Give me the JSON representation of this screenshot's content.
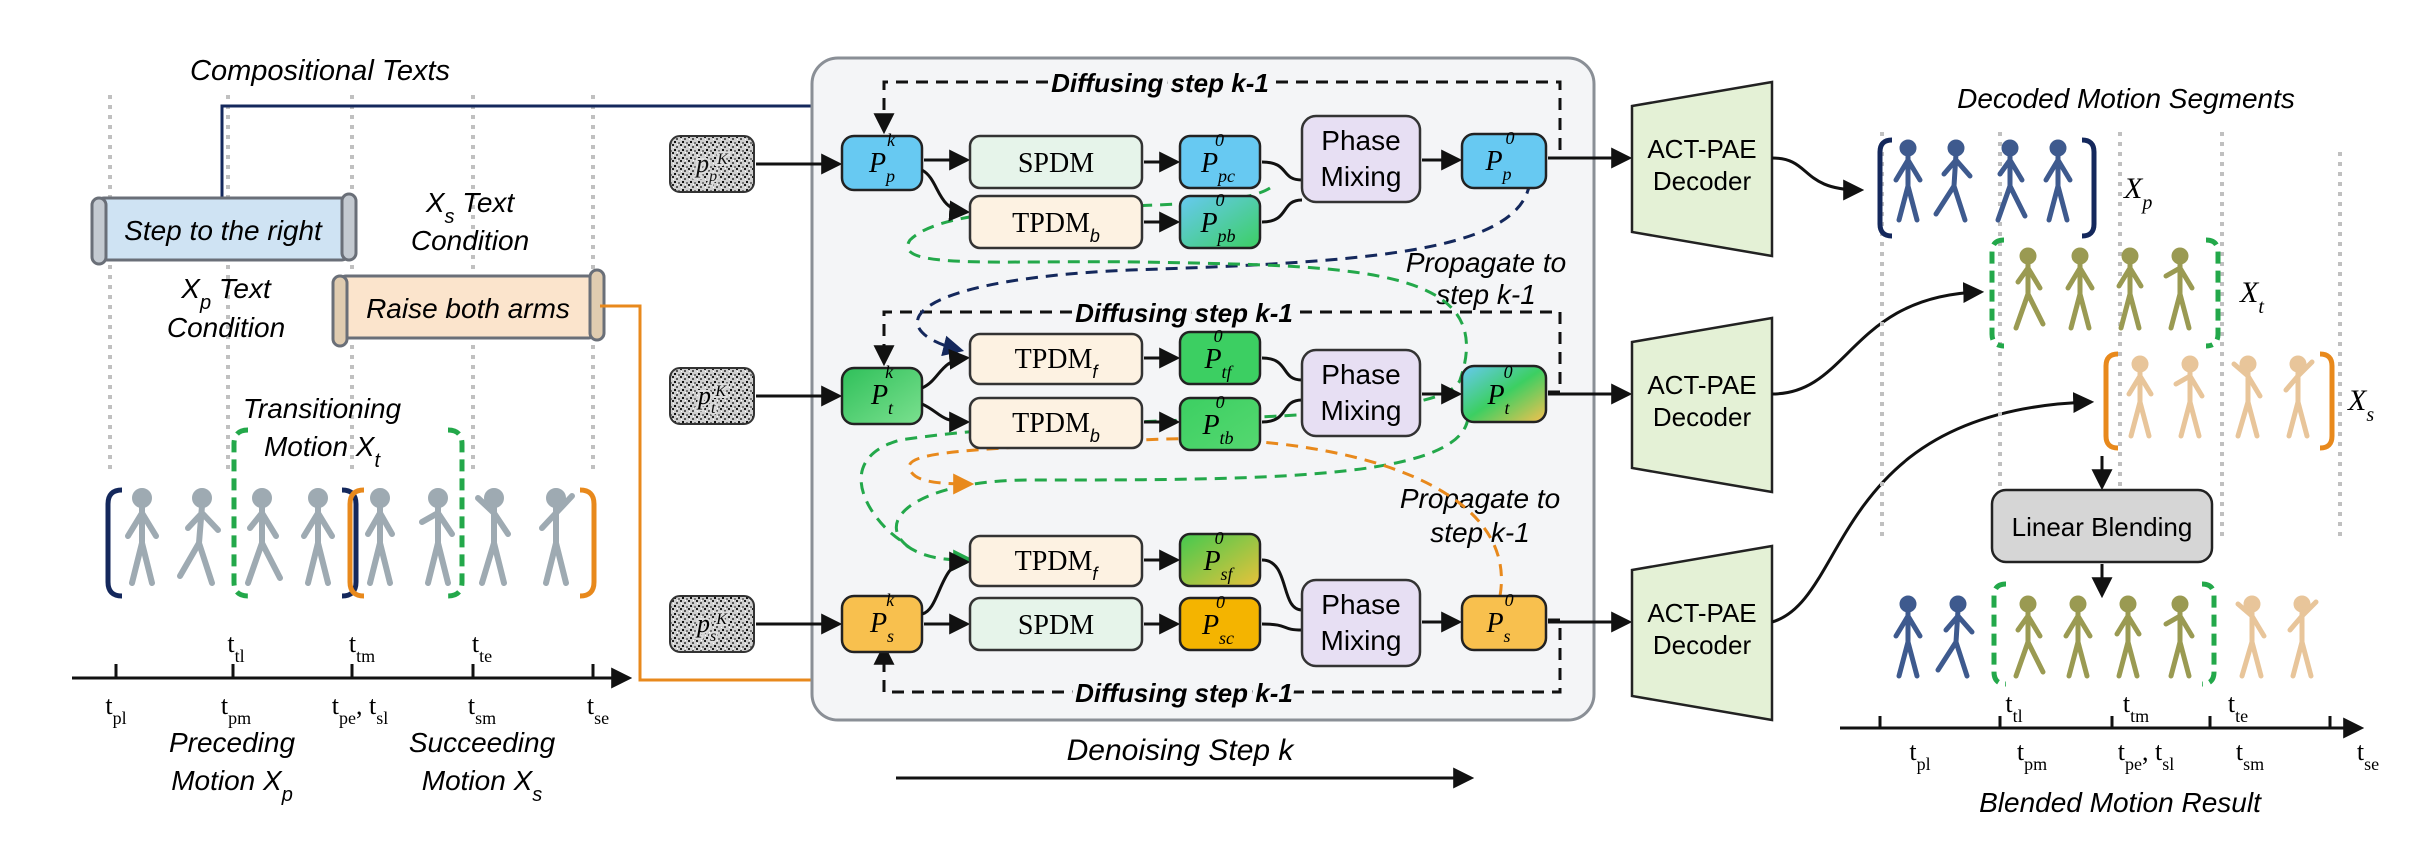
{
  "colors": {
    "spdm_fill": "#e6f4ea",
    "tpdm_fill": "#fdf2e2",
    "phase_fill": "#e7dff3",
    "decoder_fill": "#e4f1d6",
    "p_blue": "#67c9f2",
    "p_green": "#3ccf62",
    "p_orange": "#f8c04e",
    "navy": "#14285c",
    "green_dash": "#23a84a",
    "orange": "#e8891c",
    "panel_fill": "#f4f5f7",
    "linear_fill": "#d6d6d6"
  },
  "left": {
    "compositional_texts": "Compositional Texts",
    "text_p": "Step to the right",
    "text_s": "Raise both arms",
    "xs_condition_line1": "X",
    "xs_condition_sub": "s",
    "xs_condition_rest": " Text",
    "xs_condition_line2": "Condition",
    "xp_condition_line1": "X",
    "xp_condition_sub": "p",
    "xp_condition_rest": " Text",
    "xp_condition_line2": "Condition",
    "transitioning_line1": "Transitioning",
    "transitioning_line2": "Motion X",
    "transitioning_sub": "t",
    "preceding_line1": "Preceding",
    "preceding_line2": "Motion X",
    "preceding_sub": "p",
    "succeeding_line1": "Succeeding",
    "succeeding_line2": "Motion X",
    "succeeding_sub": "s"
  },
  "left_timeline": {
    "t_pl": "pl",
    "t_pm": "pm",
    "t_pe": "pe",
    "t_sl": "sl",
    "t_sm": "sm",
    "t_se": "se",
    "t_tl": "tl",
    "t_tm": "tm",
    "t_te": "te"
  },
  "center": {
    "diffusing_step": "Diffusing step k-1",
    "propagate_line1": "Propagate to",
    "propagate_line2": "step k-1",
    "denoising_step": "Denoising Step k",
    "spdm": "SPDM",
    "tpdm": "TPDM",
    "sub_b": "b",
    "sub_f": "f",
    "phase_line1": "Phase",
    "phase_line2": "Mixing",
    "noise_base": "p",
    "noise_sup": "K",
    "P": "P",
    "k": "k",
    "zero": "0",
    "sub_p": "p",
    "sub_t": "t",
    "sub_s": "s",
    "sub_pc": "pc",
    "sub_pb": "pb",
    "sub_tf": "tf",
    "sub_tb": "tb",
    "sub_sf": "sf",
    "sub_sc": "sc"
  },
  "decoder": {
    "line1": "ACT-PAE",
    "line2": "Decoder"
  },
  "right": {
    "decoded_title": "Decoded Motion Segments",
    "xp_label": "X",
    "xp_sub": "p",
    "xt_label": "X",
    "xt_sub": "t",
    "xs_label": "X",
    "xs_sub": "s",
    "linear_blending": "Linear Blending",
    "blended_title": "Blended Motion Result"
  },
  "right_timeline": {
    "t_pl": "pl",
    "t_pm": "pm",
    "t_pe": "pe",
    "t_sl": "sl",
    "t_sm": "sm",
    "t_se": "se",
    "t_tl": "tl",
    "t_tm": "tm",
    "t_te": "te"
  }
}
